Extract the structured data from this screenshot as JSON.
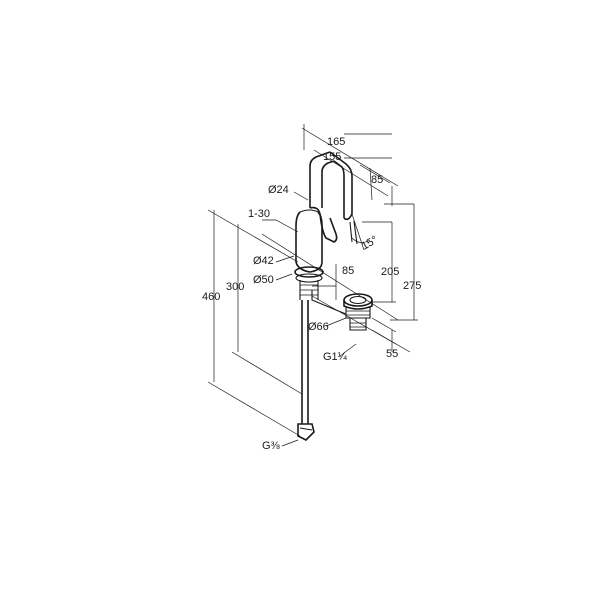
{
  "dimensions": {
    "d165": "165",
    "d155": "155",
    "d85_top": "85",
    "diam24": "Ø24",
    "range_1_30": "1-30",
    "diam42": "Ø42",
    "diam50": "Ø50",
    "d85_mid": "85",
    "angle15": "15°",
    "d205": "205",
    "d275": "275",
    "d460": "460",
    "d300": "300",
    "diam66": "Ø66",
    "thread_g114": "G1¼",
    "d55": "55",
    "thread_g38": "G⅜"
  }
}
